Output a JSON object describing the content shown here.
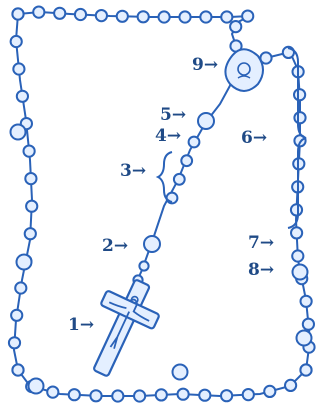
{
  "labels": [
    {
      "id": "1",
      "text": "1→"
    },
    {
      "id": "2",
      "text": "2→"
    },
    {
      "id": "3",
      "text": "3→"
    },
    {
      "id": "4",
      "text": "4→"
    },
    {
      "id": "5",
      "text": "5→"
    },
    {
      "id": "6",
      "text": "6→"
    },
    {
      "id": "7",
      "text": "7→"
    },
    {
      "id": "8",
      "text": "8→"
    },
    {
      "id": "9",
      "text": "9→"
    }
  ],
  "colors": {
    "bead_fill": "#e4efff",
    "bead_stroke": "#2a62b8",
    "chain": "#2a62b8",
    "label": "#1f4a86",
    "background": "#ffffff"
  }
}
